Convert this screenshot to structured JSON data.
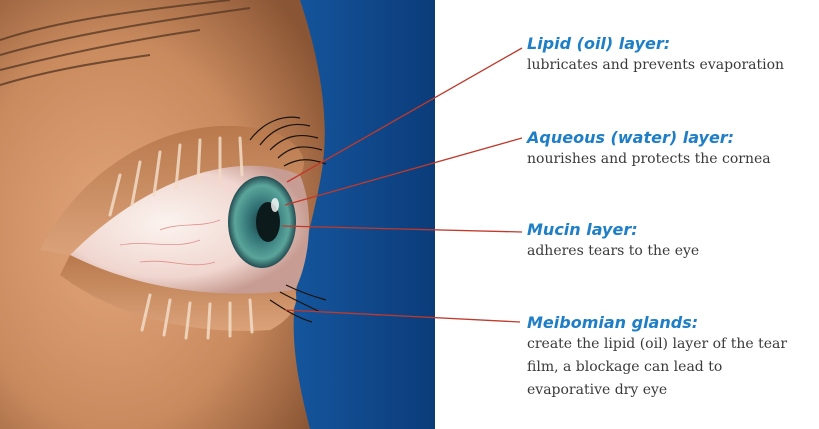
{
  "colors": {
    "title": "#1f7fc6",
    "text": "#3a3a3a",
    "leader_line": "#c0392b",
    "background_blue": "#0d4f94",
    "skin": "#c98a5e",
    "iris": "#2f6f73"
  },
  "labels": [
    {
      "title": "Lipid (oil) layer:",
      "description": [
        "lubricates and prevents evaporation"
      ]
    },
    {
      "title": "Aqueous (water) layer:",
      "description": [
        "nourishes and protects the cornea"
      ]
    },
    {
      "title": "Mucin layer:",
      "description": [
        "adheres tears to the eye"
      ]
    },
    {
      "title": "Meibomian glands:",
      "description": [
        "create the lipid (oil) layer of the tear",
        "film, a blockage can lead to",
        "evaporative dry eye"
      ]
    }
  ]
}
